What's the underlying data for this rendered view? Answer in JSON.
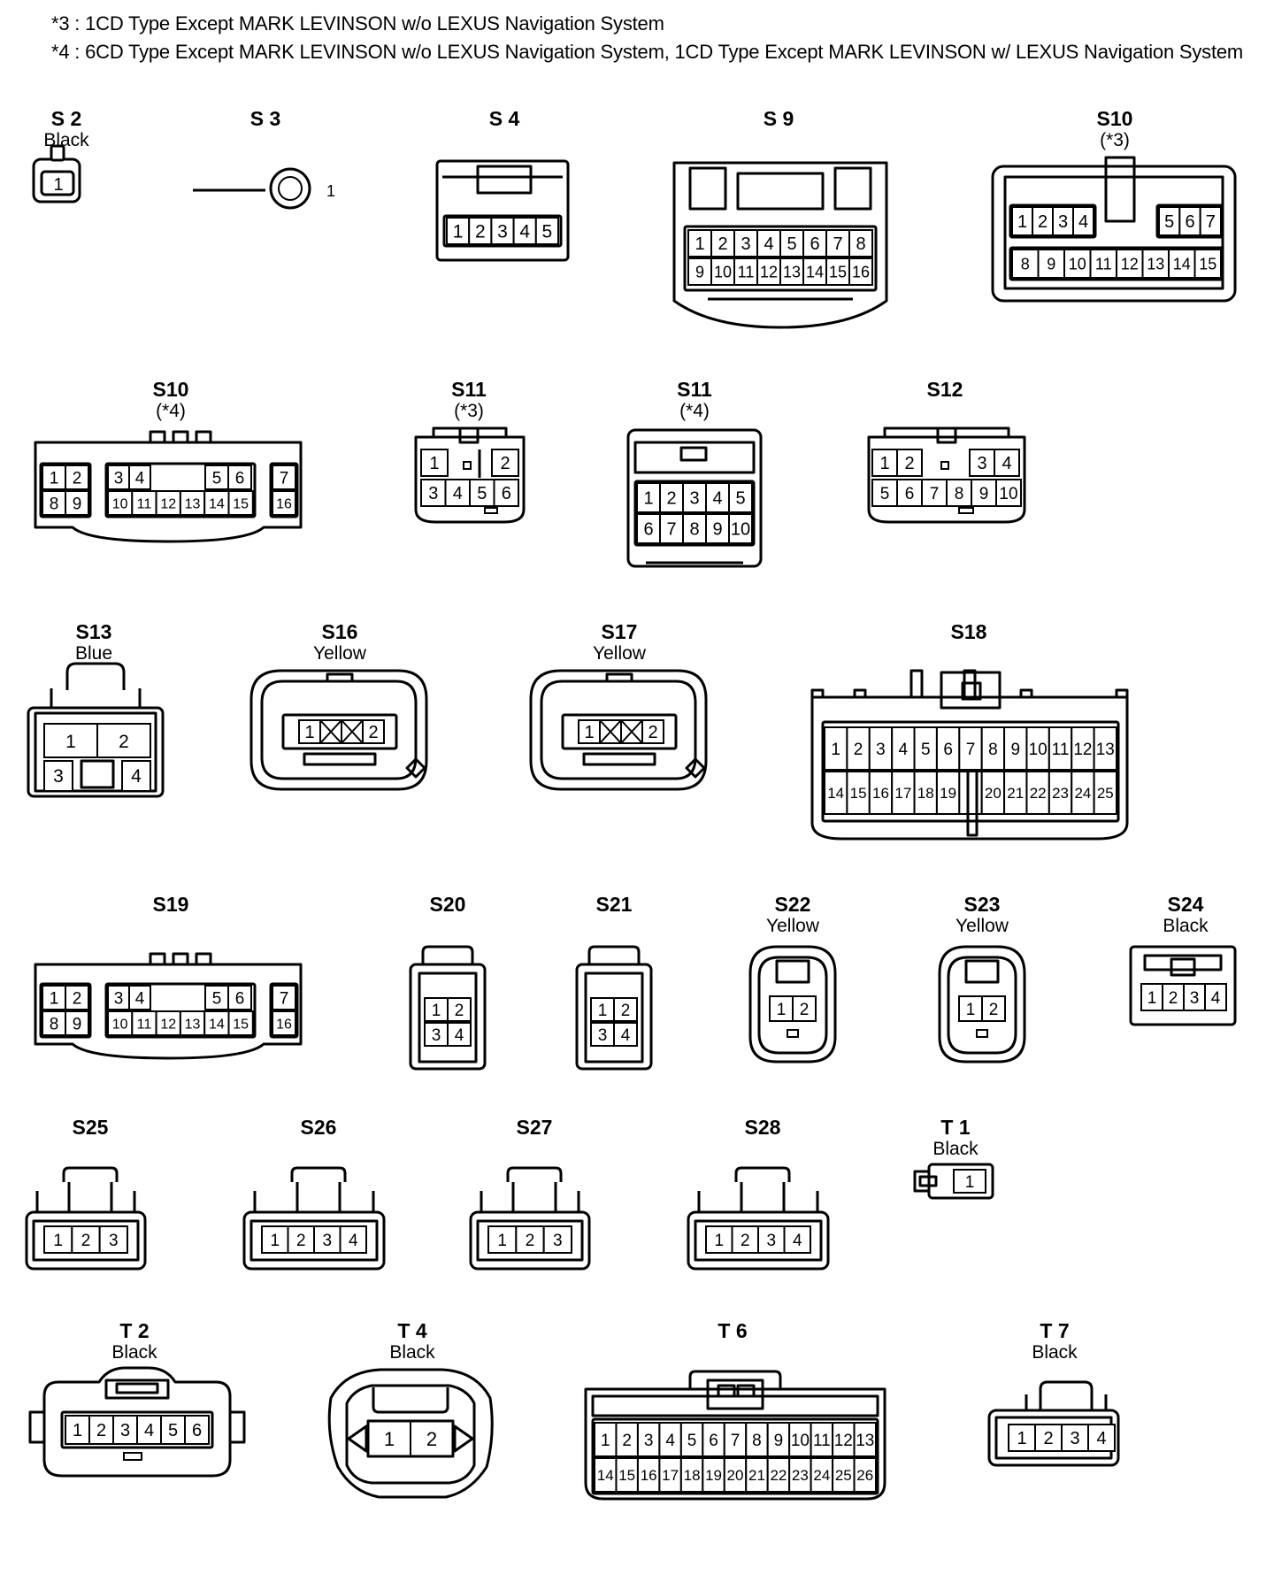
{
  "notes": [
    "*3 : 1CD Type Except MARK LEVINSON w/o LEXUS Navigation System",
    "*4 : 6CD Type Except MARK LEVINSON w/o LEXUS Navigation System, 1CD Type Except MARK LEVINSON w/ LEXUS Navigation System"
  ],
  "connectors": [
    {
      "id": "S 2",
      "sub": "Black",
      "rows": [
        [
          "1"
        ]
      ]
    },
    {
      "id": "S 3",
      "sub": "",
      "terminal": "1"
    },
    {
      "id": "S 4",
      "sub": "",
      "rows": [
        [
          "1",
          "2",
          "3",
          "4",
          "5"
        ]
      ]
    },
    {
      "id": "S 9",
      "sub": "",
      "rows": [
        [
          "1",
          "2",
          "3",
          "4",
          "5",
          "6",
          "7",
          "8"
        ],
        [
          "9",
          "10",
          "11",
          "12",
          "13",
          "14",
          "15",
          "16"
        ]
      ]
    },
    {
      "id": "S10",
      "sub": "(*3)",
      "rows": [
        [
          "1",
          "2",
          "3",
          "4",
          "",
          "5",
          "6",
          "7"
        ],
        [
          "8",
          "9",
          "10",
          "11",
          "12",
          "13",
          "14",
          "15"
        ]
      ]
    },
    {
      "id": "S10",
      "sub": "(*4)",
      "rows": [
        [
          "1",
          "2",
          "3",
          "4",
          "5",
          "6",
          "7"
        ],
        [
          "8",
          "9",
          "10",
          "11",
          "12",
          "13",
          "14",
          "15",
          "16"
        ]
      ]
    },
    {
      "id": "S11",
      "sub": "(*3)",
      "rows": [
        [
          "1",
          "",
          "2"
        ],
        [
          "3",
          "4",
          "5",
          "6"
        ]
      ]
    },
    {
      "id": "S11",
      "sub": "(*4)",
      "rows": [
        [
          "1",
          "2",
          "3",
          "4",
          "5"
        ],
        [
          "6",
          "7",
          "8",
          "9",
          "10"
        ]
      ]
    },
    {
      "id": "S12",
      "sub": "",
      "rows": [
        [
          "1",
          "2",
          "",
          "3",
          "4"
        ],
        [
          "5",
          "6",
          "7",
          "8",
          "9",
          "10"
        ]
      ]
    },
    {
      "id": "S13",
      "sub": "Blue",
      "rows": [
        [
          "1",
          "2"
        ],
        [
          "3",
          "4"
        ]
      ]
    },
    {
      "id": "S16",
      "sub": "Yellow",
      "rows": [
        [
          "1",
          "",
          "",
          "2"
        ]
      ]
    },
    {
      "id": "S17",
      "sub": "Yellow",
      "rows": [
        [
          "1",
          "",
          "",
          "2"
        ]
      ]
    },
    {
      "id": "S18",
      "sub": "",
      "rows": [
        [
          "1",
          "2",
          "3",
          "4",
          "5",
          "6",
          "7",
          "8",
          "9",
          "10",
          "11",
          "12",
          "13"
        ],
        [
          "14",
          "15",
          "16",
          "17",
          "18",
          "19",
          "",
          "20",
          "21",
          "22",
          "23",
          "24",
          "25"
        ]
      ]
    },
    {
      "id": "S19",
      "sub": "",
      "rows": [
        [
          "1",
          "2",
          "3",
          "4",
          "5",
          "6",
          "7"
        ],
        [
          "8",
          "9",
          "10",
          "11",
          "12",
          "13",
          "14",
          "15",
          "16"
        ]
      ]
    },
    {
      "id": "S20",
      "sub": "",
      "rows": [
        [
          "1",
          "2"
        ],
        [
          "3",
          "4"
        ]
      ]
    },
    {
      "id": "S21",
      "sub": "",
      "rows": [
        [
          "1",
          "2"
        ],
        [
          "3",
          "4"
        ]
      ]
    },
    {
      "id": "S22",
      "sub": "Yellow",
      "rows": [
        [
          "1",
          "2"
        ]
      ]
    },
    {
      "id": "S23",
      "sub": "Yellow",
      "rows": [
        [
          "1",
          "2"
        ]
      ]
    },
    {
      "id": "S24",
      "sub": "Black",
      "rows": [
        [
          "1",
          "2",
          "3",
          "4"
        ]
      ]
    },
    {
      "id": "S25",
      "sub": "",
      "rows": [
        [
          "1",
          "2",
          "3"
        ]
      ]
    },
    {
      "id": "S26",
      "sub": "",
      "rows": [
        [
          "1",
          "2",
          "3",
          "4"
        ]
      ]
    },
    {
      "id": "S27",
      "sub": "",
      "rows": [
        [
          "1",
          "2",
          "3"
        ]
      ]
    },
    {
      "id": "S28",
      "sub": "",
      "rows": [
        [
          "1",
          "2",
          "3",
          "4"
        ]
      ]
    },
    {
      "id": "T 1",
      "sub": "Black",
      "rows": [
        [
          "1"
        ]
      ]
    },
    {
      "id": "T 2",
      "sub": "Black",
      "rows": [
        [
          "1",
          "2",
          "3",
          "4",
          "5",
          "6"
        ]
      ]
    },
    {
      "id": "T 4",
      "sub": "Black",
      "rows": [
        [
          "1",
          "2"
        ]
      ]
    },
    {
      "id": "T 6",
      "sub": "",
      "rows": [
        [
          "1",
          "2",
          "3",
          "4",
          "5",
          "6",
          "7",
          "8",
          "9",
          "10",
          "11",
          "12",
          "13"
        ],
        [
          "14",
          "15",
          "16",
          "17",
          "18",
          "19",
          "20",
          "21",
          "22",
          "23",
          "24",
          "25",
          "26"
        ]
      ]
    },
    {
      "id": "T 7",
      "sub": "Black",
      "rows": [
        [
          "1",
          "2",
          "3",
          "4"
        ]
      ]
    }
  ]
}
